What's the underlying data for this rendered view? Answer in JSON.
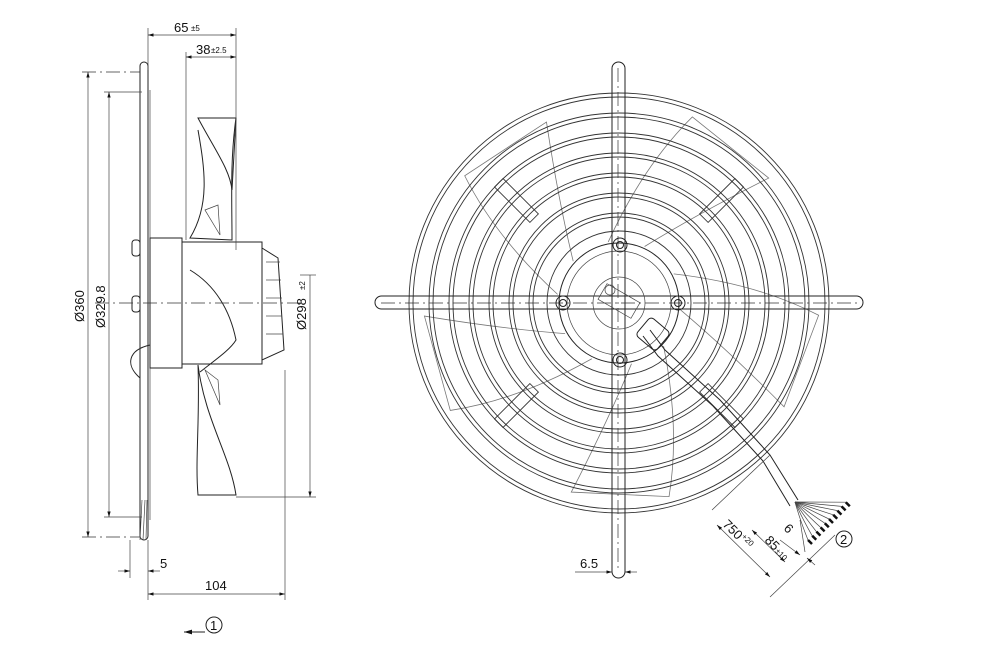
{
  "side_view": {
    "dim_depth_total": {
      "value": "65",
      "tol": "±5"
    },
    "dim_depth_hub": {
      "value": "38",
      "tol": "±2.5"
    },
    "dim_guard_diameter": {
      "value": "Ø360"
    },
    "dim_mount_diameter": {
      "value": "Ø329.8"
    },
    "dim_impeller_diameter": {
      "value": "Ø298",
      "tol": "±2"
    },
    "dim_plate_offset": {
      "value": "5"
    },
    "dim_overall_depth": {
      "value": "104"
    },
    "airflow_callout": {
      "number": "1"
    }
  },
  "front_view": {
    "dim_bar_width": {
      "value": "6.5"
    },
    "dim_cable_length": {
      "value": "750",
      "tol": "+20"
    },
    "dim_strip_length": {
      "value": "85",
      "tol": "±10"
    },
    "dim_wire_strip": {
      "value": "6"
    },
    "cable_callout": {
      "number": "2"
    }
  }
}
